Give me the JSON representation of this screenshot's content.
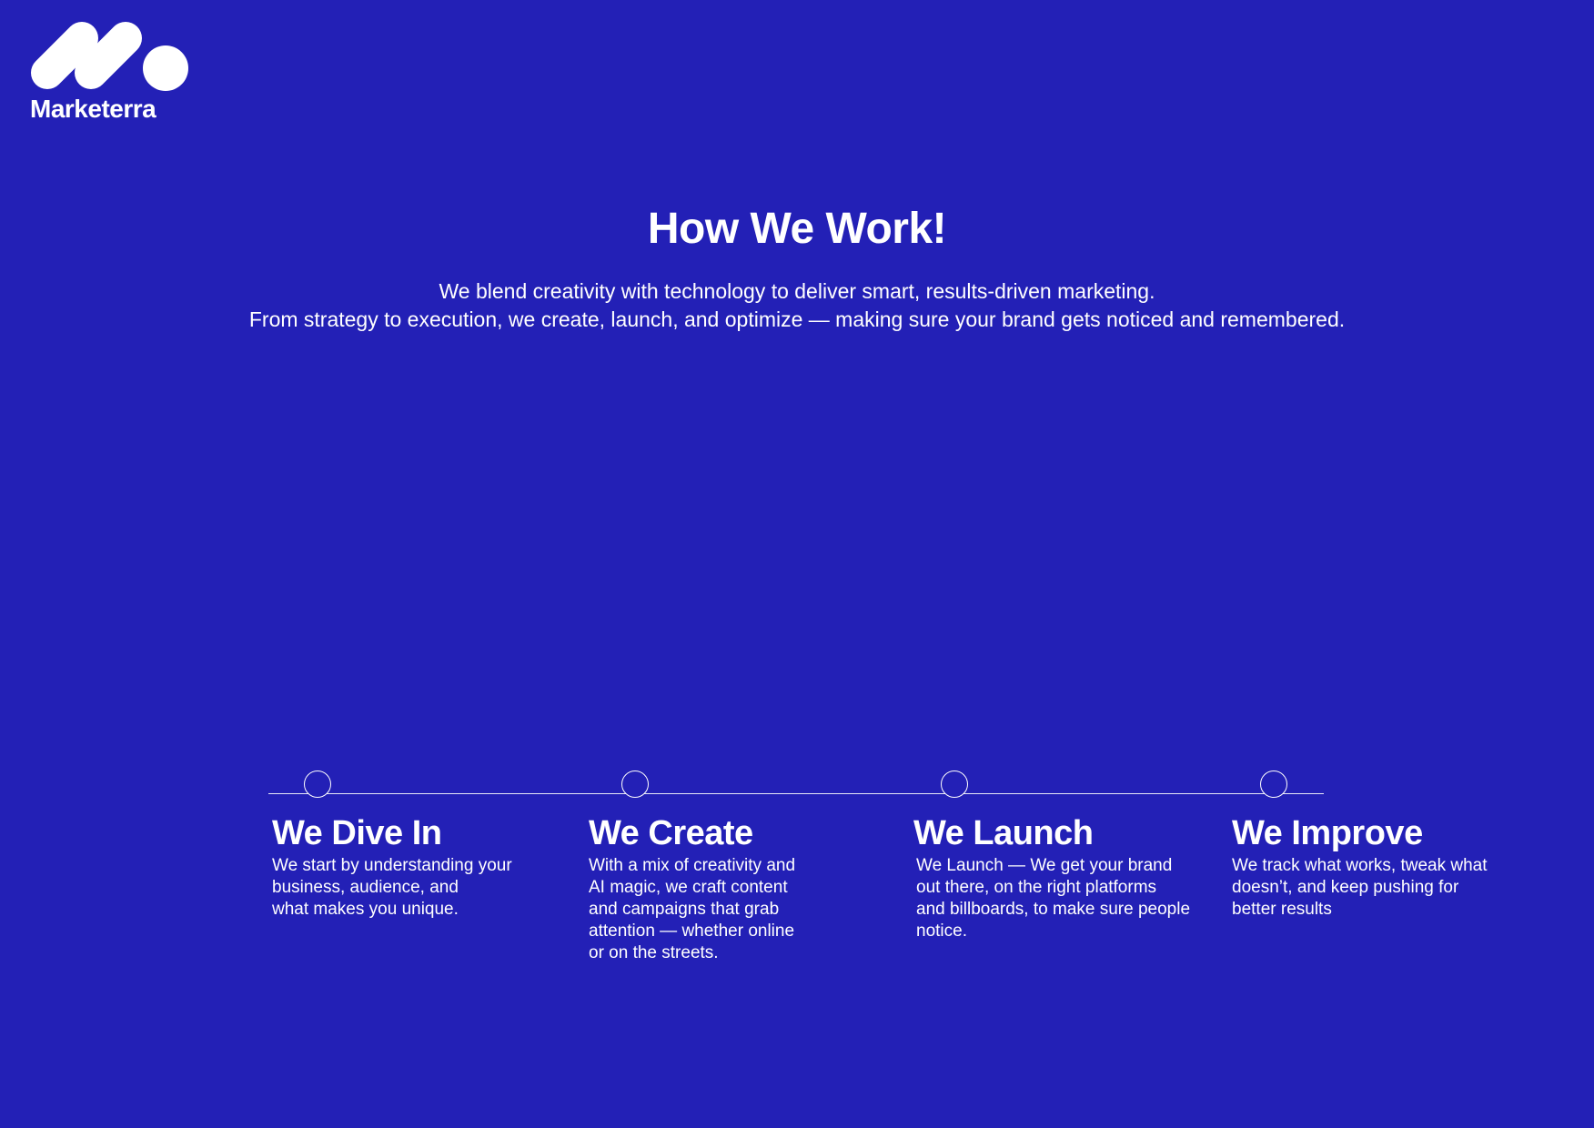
{
  "brand": {
    "name": "Marketerra",
    "logo_icon": "marketerra-logo-mark"
  },
  "header": {
    "title": "How We Work!",
    "intro_lines": [
      "We blend creativity with technology to deliver smart, results-driven marketing.",
      "From strategy to execution, we create, launch, and optimize — making sure your brand gets noticed and remembered."
    ]
  },
  "steps": [
    {
      "title": "We Dive In",
      "lines": [
        "We start by understanding your",
        "business, audience, and",
        "what makes you unique."
      ]
    },
    {
      "title": "We Create",
      "lines": [
        "With a mix of creativity and",
        "AI magic, we craft content",
        "and campaigns that grab",
        "attention — whether online",
        "or on the streets."
      ]
    },
    {
      "title": "We Launch",
      "lines": [
        "We Launch — We get your brand",
        "out there, on the right platforms",
        "and billboards, to make sure people",
        "notice."
      ]
    },
    {
      "title": "We Improve",
      "lines": [
        "We track what works, tweak what",
        "doesn’t, and keep pushing for",
        "better results"
      ]
    }
  ],
  "colors": {
    "background": "#2320b6",
    "foreground": "#ffffff"
  }
}
